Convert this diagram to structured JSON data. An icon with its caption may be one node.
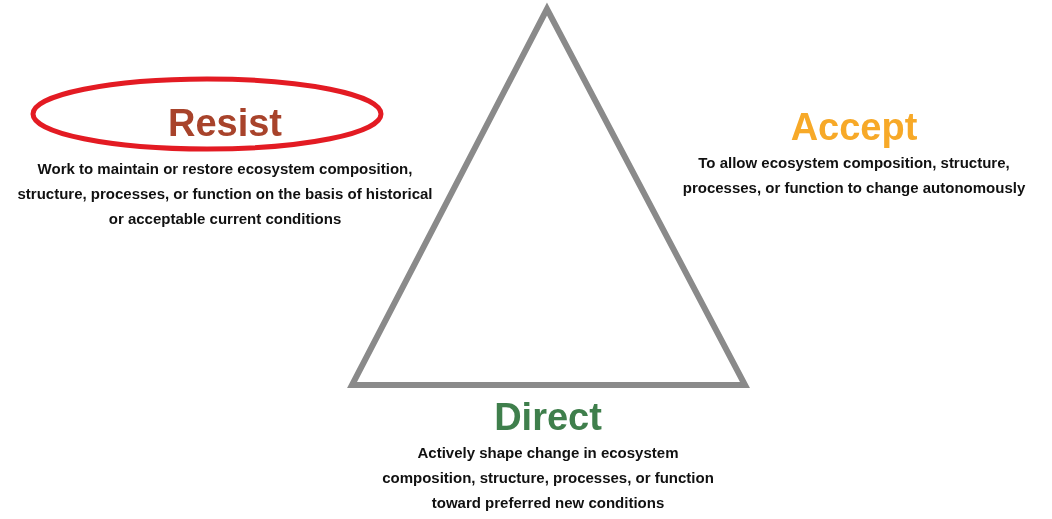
{
  "diagram": {
    "nodes": [
      {
        "text": [
          "Resist",
          "Work to maintain or restore ecosystem composition, structure, processes, or function on the basis of historical or acceptable current conditions"
        ]
      },
      {
        "text": [],
        "shape": "triangle"
      },
      {
        "text": [
          "Accept",
          "To allow ecosystem composition, structure, processes, or function to change autonomously"
        ]
      },
      {
        "text": [
          "Direct",
          "Actively shape change in ecosystem composition, structure, processes, or function toward preferred new conditions"
        ]
      }
    ]
  }
}
